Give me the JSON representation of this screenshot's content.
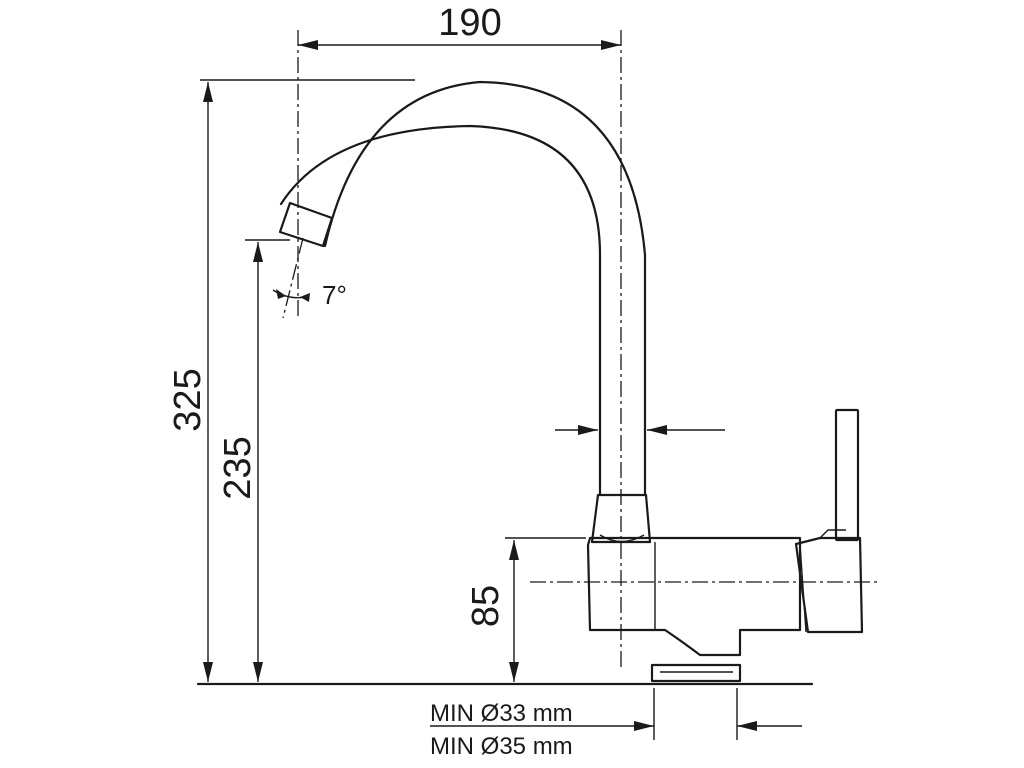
{
  "dimensions": {
    "spout_reach": "190",
    "total_height": "325",
    "spout_height": "235",
    "body_height": "85",
    "spout_angle": "7°"
  },
  "mounting_hole": {
    "min_diameter_1": "MIN Ø33 mm",
    "min_diameter_2": "MIN Ø35 mm"
  }
}
